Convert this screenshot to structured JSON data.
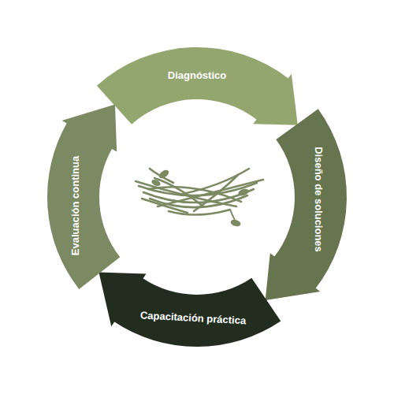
{
  "diagram": {
    "nodes": [
      {
        "text": [
          "Diagnóstico"
        ]
      },
      {
        "text": [
          "Diseño de soluciones"
        ]
      },
      {
        "text": [
          "Capacitación práctica"
        ]
      },
      {
        "text": [
          "Evaluación continua"
        ]
      }
    ],
    "edges": [
      {
        "from": 0,
        "to": 1,
        "arrow": "to"
      },
      {
        "from": 1,
        "to": 2,
        "arrow": "to"
      },
      {
        "from": 2,
        "to": 3,
        "arrow": "to"
      },
      {
        "from": 3,
        "to": 0,
        "arrow": "to"
      }
    ]
  }
}
